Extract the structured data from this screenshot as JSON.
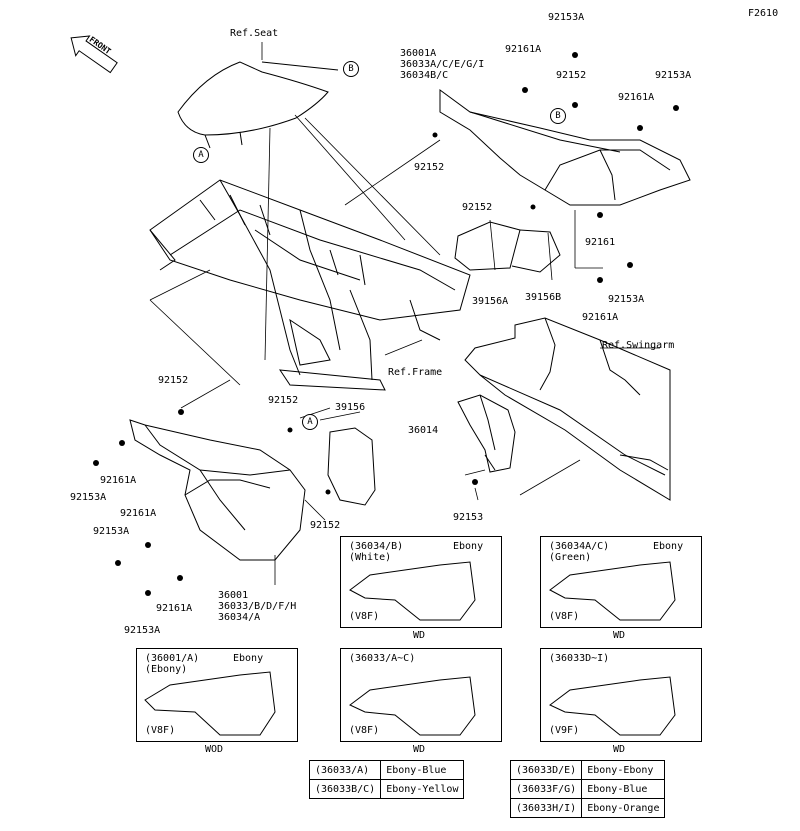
{
  "figure_code": "F2610",
  "front_label": "FRONT",
  "refs": {
    "seat": "Ref.Seat",
    "frame": "Ref.Frame",
    "swingarm": "Ref.Swingarm"
  },
  "callouts": {
    "a": "A",
    "b": "B"
  },
  "part_labels": {
    "p92153a_top": "92153A",
    "p36001a_group": "36001A\n36033A/C/E/G/I\n36034B/C",
    "p92161a_top": "92161A",
    "p92152_top": "92152",
    "p92153a_right": "92153A",
    "p92161a_right": "92161A",
    "p92152_upper": "92152",
    "p92152_mid": "92152",
    "p92161_mid": "92161",
    "p39156a": "39156A",
    "p39156b": "39156B",
    "p92153a_lower_right": "92153A",
    "p92161a_lower_right": "92161A",
    "p92152_left": "92152",
    "p92152_center": "92152",
    "p39156": "39156",
    "p36014": "36014",
    "p92161a_left": "92161A",
    "p92153a_left": "92153A",
    "p92161a_left2": "92161A",
    "p92153a_left2": "92153A",
    "p92152_bottom": "92152",
    "p92153_bottom": "92153",
    "p36001_group": "36001\n36033/B/D/F/H\n36034/A",
    "p92161a_bottom": "92161A",
    "p92153a_bottom": "92153A"
  },
  "variants": [
    {
      "id": "v1",
      "code": "(36034/B)\n(White)",
      "color": "Ebony",
      "model": "(V8F)",
      "country": "WD"
    },
    {
      "id": "v2",
      "code": "(36034A/C)\n(Green)",
      "color": "Ebony",
      "model": "(V8F)",
      "country": "WD"
    },
    {
      "id": "v3",
      "code": "(36001/A)\n(Ebony)",
      "color": "Ebony",
      "model": "(V8F)",
      "country": "WOD"
    },
    {
      "id": "v4",
      "code": "(36033/A~C)",
      "color": "",
      "model": "(V8F)",
      "country": "WD"
    },
    {
      "id": "v5",
      "code": "(36033D~I)",
      "color": "",
      "model": "(V9F)",
      "country": "WD"
    }
  ],
  "legend_left": [
    {
      "code": "(36033/A)",
      "color": "Ebony-Blue"
    },
    {
      "code": "(36033B/C)",
      "color": "Ebony-Yellow"
    }
  ],
  "legend_right": [
    {
      "code": "(36033D/E)",
      "color": "Ebony-Ebony"
    },
    {
      "code": "(36033F/G)",
      "color": "Ebony-Blue"
    },
    {
      "code": "(36033H/I)",
      "color": "Ebony-Orange"
    }
  ]
}
